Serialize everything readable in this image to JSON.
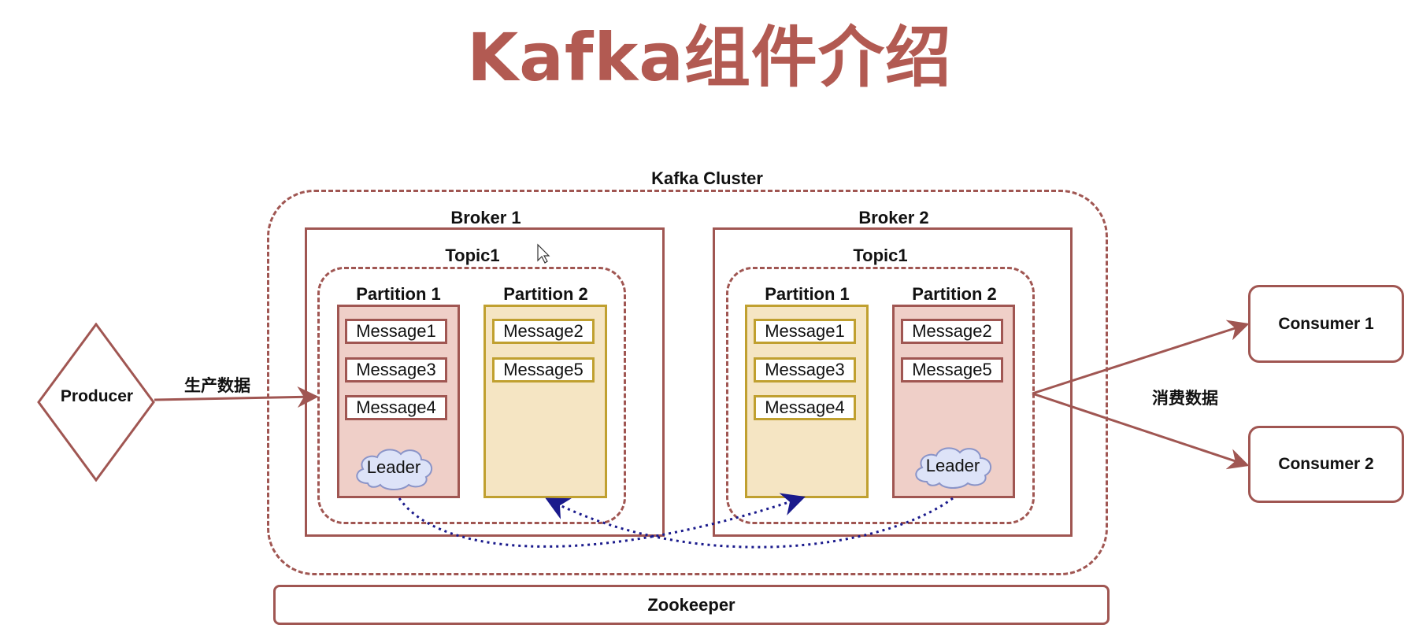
{
  "title": "Kafka组件介绍",
  "cluster": {
    "label": "Kafka Cluster",
    "brokers": [
      {
        "label": "Broker 1",
        "topic": "Topic1",
        "partitions": [
          {
            "label": "Partition 1",
            "messages": [
              "Message1",
              "Message3",
              "Message4"
            ],
            "leader": "Leader"
          },
          {
            "label": "Partition 2",
            "messages": [
              "Message2",
              "Message5"
            ]
          }
        ]
      },
      {
        "label": "Broker 2",
        "topic": "Topic1",
        "partitions": [
          {
            "label": "Partition 1",
            "messages": [
              "Message1",
              "Message3",
              "Message4"
            ]
          },
          {
            "label": "Partition 2",
            "messages": [
              "Message2",
              "Message5"
            ],
            "leader": "Leader"
          }
        ]
      }
    ]
  },
  "producer": {
    "label": "Producer",
    "edge_label": "生产数据"
  },
  "consumers": {
    "edge_label": "消费数据",
    "items": [
      "Consumer 1",
      "Consumer 2"
    ]
  },
  "zookeeper": "Zookeeper",
  "colors": {
    "title": "#b25a52",
    "border": "#a05652",
    "partition_fill_red": "#efcfc8",
    "partition_fill_yellow": "#f5e5c3",
    "partition_border_yellow": "#c0a030",
    "replication_arrow": "#1a1a8c",
    "cloud_fill": "#dde3f8",
    "cloud_stroke": "#8a94c8"
  },
  "icons": [
    "cloud-icon",
    "cursor-icon"
  ]
}
